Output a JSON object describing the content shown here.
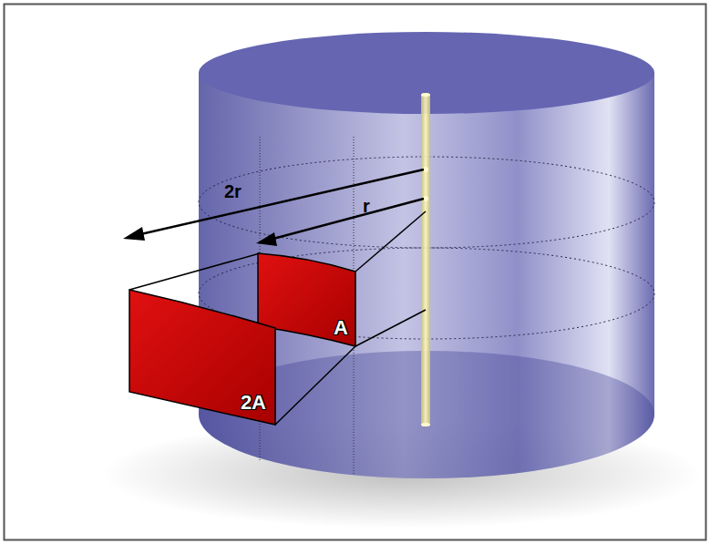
{
  "diagram": {
    "nodes": [
      {
        "text": [
          "A"
        ]
      },
      {
        "text": [
          "2A"
        ]
      }
    ],
    "labels": [
      "2r",
      "r"
    ]
  }
}
